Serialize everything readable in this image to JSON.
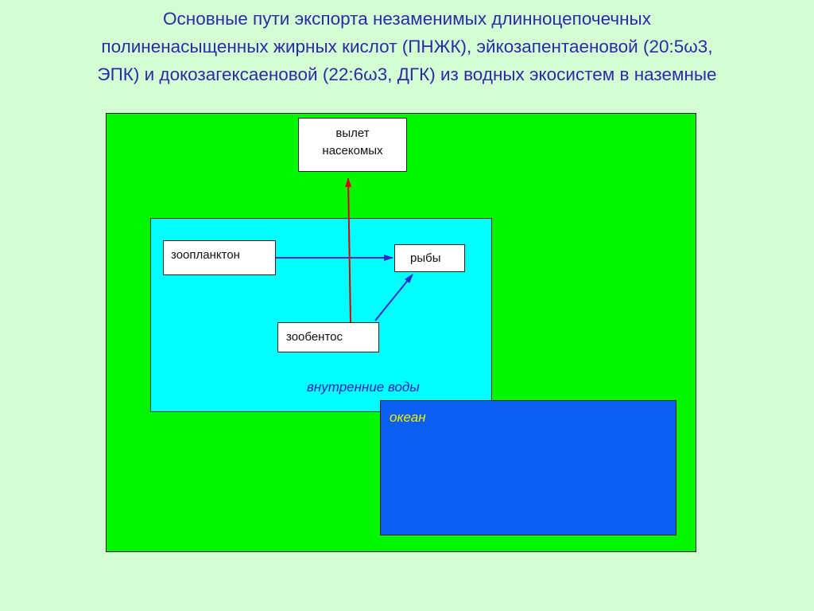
{
  "title_lines": [
    "Основные пути экспорта незаменимых длинноцепочечных",
    "полиненасыщенных жирных кислот (ПНЖК), эйкозапентаеновой (20:5ω3,",
    "ЭПК) и докозагексаеновой (22:6ω3, ДГК) из водных экосистем в наземные"
  ],
  "regions": {
    "inland_waters": "внутренние воды",
    "ocean": "океан"
  },
  "nodes": {
    "insects_line1": "вылет",
    "insects_line2": "насекомых",
    "zooplankton": "зоопланктон",
    "fish": "рыбы",
    "zoobenthos": "зообентос"
  },
  "colors": {
    "land": "#00f700",
    "inland_waters": "#00ffff",
    "ocean": "#0a5ef0",
    "aquatic_arrow": "#2a2ad0",
    "export_arrow": "#e00000",
    "title": "#2b2ba6"
  }
}
